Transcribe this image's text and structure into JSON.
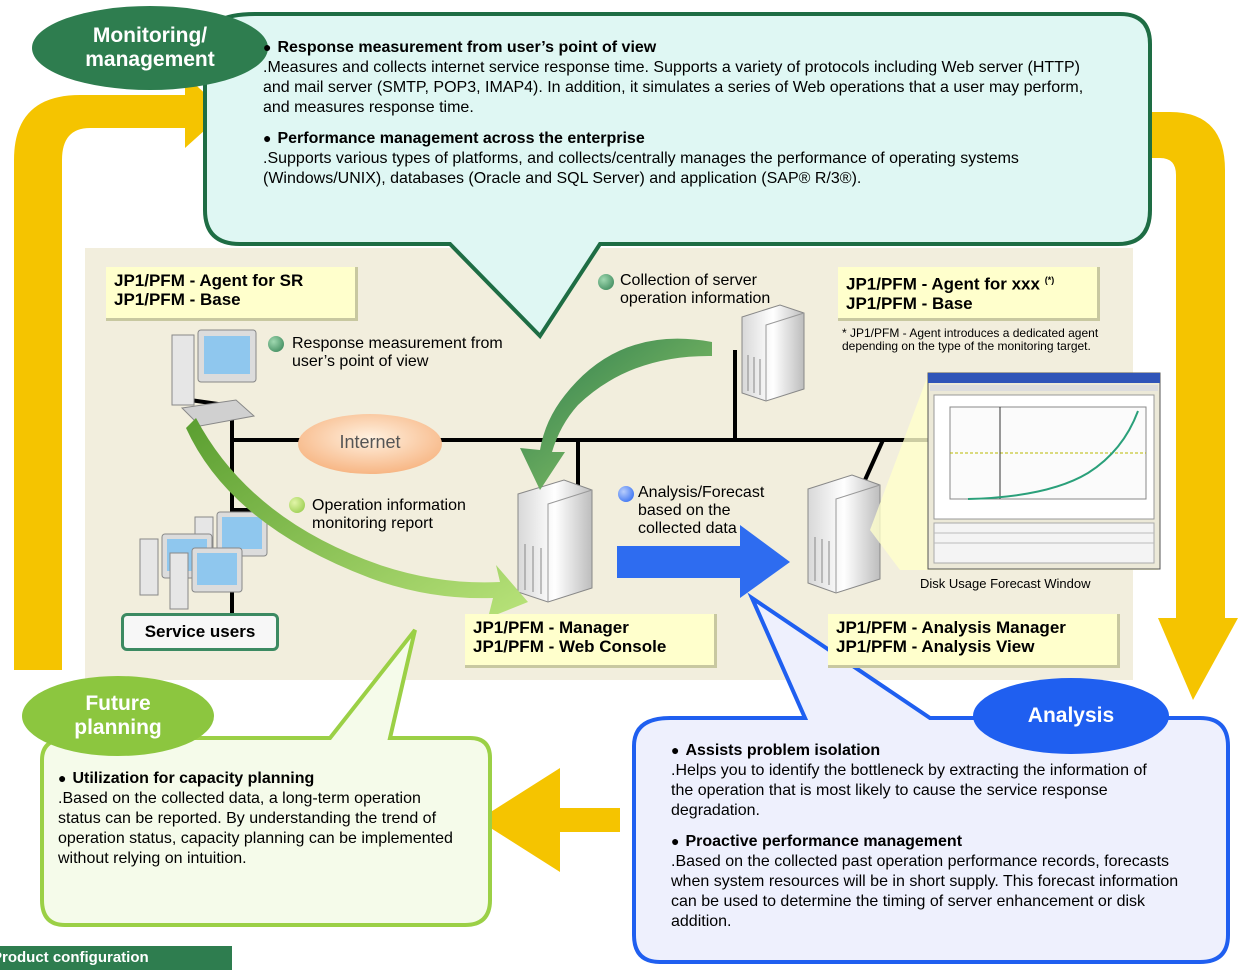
{
  "stages": {
    "monitoring": {
      "title": "Monitoring/ management",
      "color": "#2e7d4f",
      "items": [
        {
          "heading": "Response measurement from user’s point of view",
          "body": ".Measures and collects internet service response time. Supports a variety of protocols including Web server (HTTP) and mail server (SMTP, POP3, IMAP4). In addition, it simulates a series of Web operations that a user may perform, and  measures response time."
        },
        {
          "heading": "Performance management across the enterprise",
          "body": ".Supports various types of platforms, and collects/centrally manages the performance of operating systems (Windows/UNIX), databases (Oracle and SQL Server) and application (SAP® R/3®)."
        }
      ]
    },
    "future": {
      "title": "Future planning",
      "color": "#8cc63f",
      "items": [
        {
          "heading": "Utilization for capacity planning",
          "body": ".Based on the collected data, a long-term operation status can be reported. By understanding the trend of operation status, capacity planning can be implemented without relying on intuition."
        }
      ]
    },
    "analysis": {
      "title": "Analysis",
      "color": "#1f5ff0",
      "items": [
        {
          "heading": "Assists problem isolation",
          "body": ".Helps you to identify the bottleneck by extracting the information of the operation that is most likely to cause the service response degradation."
        },
        {
          "heading": "Proactive performance management",
          "body": ".Based on the collected past operation performance records, forecasts when system resources will be in short supply. This forecast information can be used to determine the timing of server enhancement or disk addition."
        }
      ]
    }
  },
  "labels": {
    "agent_sr": [
      "JP1/PFM - Agent for SR",
      "JP1/PFM - Base"
    ],
    "agent_xxx": {
      "line1": "JP1/PFM - Agent for xxx",
      "mark": "(*)",
      "line2": "JP1/PFM - Base"
    },
    "agent_note": "* JP1/PFM - Agent introduces a dedicated agent depending on the type of the monitoring target.",
    "manager": [
      "JP1/PFM - Manager",
      "JP1/PFM - Web Console"
    ],
    "analysis_manager": [
      "JP1/PFM - Analysis Manager",
      "JP1/PFM - Analysis View"
    ],
    "service_users": "Service users",
    "internet": "Internet",
    "collection": "Collection of server operation information",
    "response": "Response measurement from user’s point of view",
    "operation_report": "Operation information monitoring report",
    "analysis_forecast": "Analysis/Forecast based on the collected data",
    "disk_forecast_caption": "Disk Usage Forecast Window",
    "product_configuration": "Product configuration"
  },
  "colors": {
    "cycle_arrow": "#f5c400",
    "panel_bg": "#f2eedd",
    "label_bg": "#ffffcc",
    "monitoring_bubble": "#dff7f3",
    "future_bubble": "#f5fbea",
    "analysis_bubble": "#eef0fd"
  }
}
